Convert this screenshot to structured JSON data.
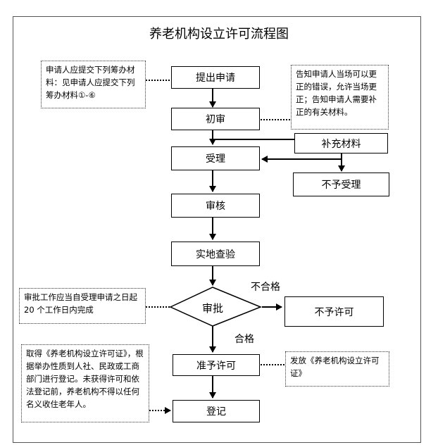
{
  "title": "养老机构设立许可流程图",
  "steps": {
    "submit": "提出申请",
    "initial_review": "初审",
    "supplement": "补充材料",
    "accept": "受理",
    "reject_accept": "不予受理",
    "audit": "审核",
    "inspection": "实地查验",
    "approval": "审批",
    "deny": "不予许可",
    "grant": "准予许可",
    "register": "登记"
  },
  "conditions": {
    "fail": "不合格",
    "pass": "合格"
  },
  "notes": {
    "materials": "申请人应提交下列筹办材料：见申请人应提交下列筹办材料①-⑥",
    "correction": "告知申请人当场可以更正的错误，允许当场更正；告知申请人需要补正的有关材料。",
    "timeline": "审批工作应当自受理申请之日起 20 个工作日内完成",
    "license": "发放《养老机构设立许可证》",
    "registration": "取得《养老机构设立许可证》，根据举办性质到人社、民政或工商部门进行登记。未获得许可和依法登记前，养老机构不得以任何名义收住老年人。"
  }
}
